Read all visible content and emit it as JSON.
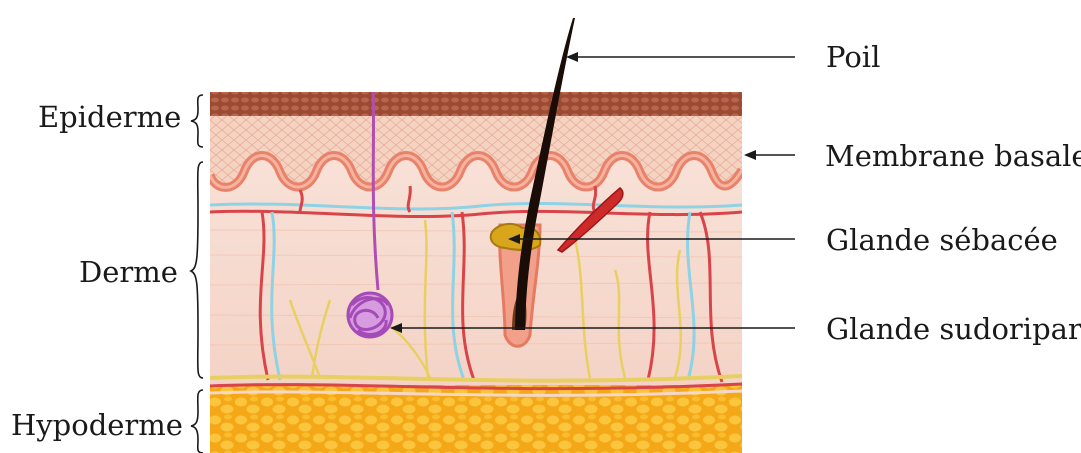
{
  "labels": {
    "left": {
      "epidermis": "Epiderme",
      "dermis": "Derme",
      "hypodermis": "Hypoderme"
    },
    "right": {
      "hair": "Poil",
      "basement_membrane": "Membrane basale",
      "sebaceous_gland": "Glande sébacée",
      "sweat_gland": "Glande sudoripare"
    }
  },
  "colors": {
    "epidermis_top": "#8a3a2a",
    "epidermis_cells": "#f3c9b4",
    "basement_membrane": "#e8826a",
    "dermis": "#f7dcd0",
    "hypodermis_fat": "#f5b21f",
    "hair": "#1a0d08",
    "sebaceous_gland": "#d9a51a",
    "sweat_gland": "#a44bb8",
    "blood_vessel_red": "#d8444a",
    "blood_vessel_blue": "#8ed2e6",
    "nerve_yellow": "#e8cf62",
    "arrector_muscle": "#cf2a2a"
  }
}
